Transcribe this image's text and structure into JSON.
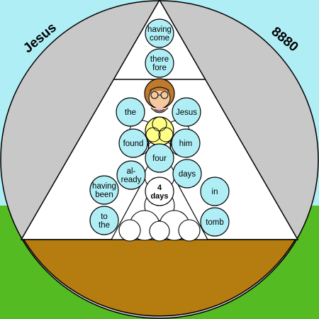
{
  "corner_labels": {
    "left": "Jesus",
    "right": "8880"
  },
  "colors": {
    "sky": "#b0eef6",
    "grass": "#55bb22",
    "disk": "#c8c8c8",
    "triangle": "#ffffff",
    "ground": "#b57d10",
    "word_circle": "#b0eef6",
    "highlight_circle": "#ffff88"
  },
  "words": {
    "having_come": [
      "having",
      "come"
    ],
    "therefore": [
      "there",
      "fore"
    ],
    "the": [
      "the"
    ],
    "jesus": [
      "Jesus"
    ],
    "found": [
      "found"
    ],
    "him": [
      "him"
    ],
    "four": [
      "four"
    ],
    "already": [
      "al-",
      "ready"
    ],
    "days": [
      "days"
    ],
    "having_been": [
      "having",
      "been"
    ],
    "in": [
      "in"
    ],
    "four_days": [
      "4",
      "days"
    ],
    "to_the": [
      "to",
      "the"
    ],
    "tomb": [
      "tomb"
    ]
  },
  "figure": {
    "head": "head-figure",
    "highlight": "central-trefoil"
  }
}
